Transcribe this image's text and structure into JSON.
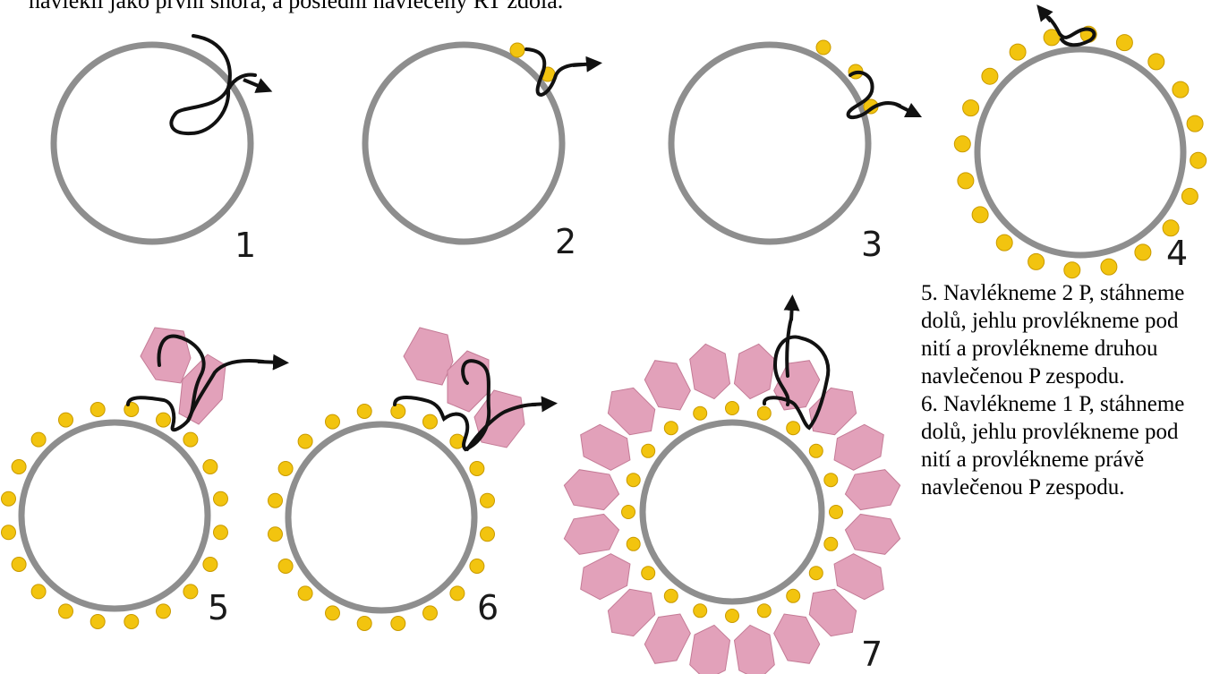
{
  "header_text": "navlékli jako první shora, a poslední navlečený RT zdola.",
  "steps": [
    {
      "label": "1"
    },
    {
      "label": "2"
    },
    {
      "label": "3"
    },
    {
      "label": "4"
    },
    {
      "label": "5"
    },
    {
      "label": "6"
    },
    {
      "label": "7"
    }
  ],
  "instructions": {
    "step5": "5. Navlékneme 2 P, stáhneme dolů, jehlu provlékneme pod nití a provlékneme druhou navlečenou P zespodu.",
    "step6": "6. Navlékneme 1 P, stáhneme dolů, jehlu provlékneme pod nití a provlékneme právě navlečenou P zespodu."
  },
  "colors": {
    "ring": "#8e8e8e",
    "bead": "#f2c40f",
    "bead_outline": "#c99a00",
    "petal": "#e2a1ba",
    "petal_outline": "#c47b96",
    "thread": "#111111"
  }
}
